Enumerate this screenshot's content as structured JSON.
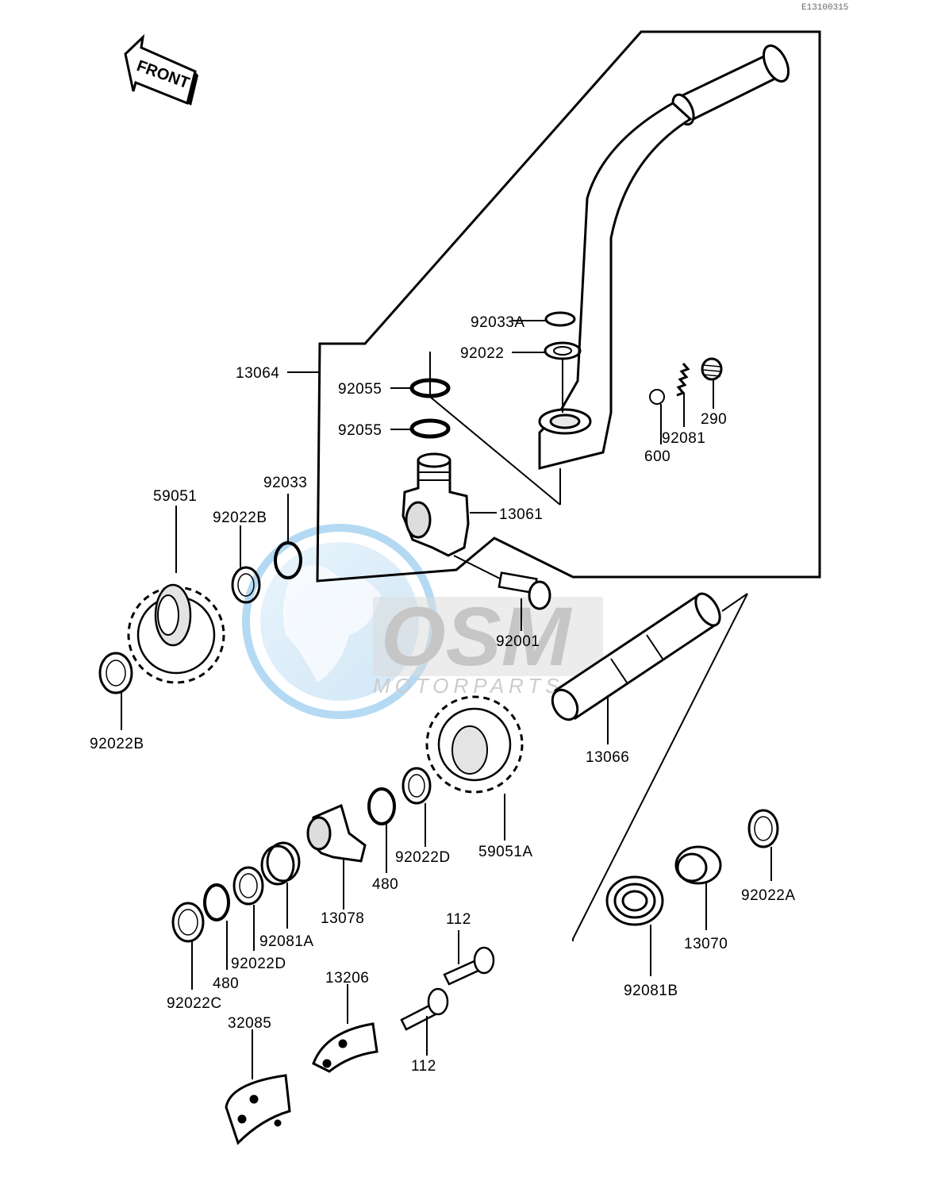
{
  "diagram_code": "E13100315",
  "front_label": "FRONT",
  "watermark": {
    "brand": "OSM",
    "subtitle": "MOTORPARTS"
  },
  "callouts": {
    "p92033A": "92033A",
    "p92022": "92022",
    "p13064": "13064",
    "p92055_top": "92055",
    "p92055_bot": "92055",
    "p290": "290",
    "p92081": "92081",
    "p600": "600",
    "p92033": "92033",
    "p59051": "59051",
    "p92022B_top": "92022B",
    "p13061": "13061",
    "p92001": "92001",
    "p92022B_left": "92022B",
    "p13066": "13066",
    "p59051A": "59051A",
    "p92022D_right": "92022D",
    "p480_right": "480",
    "p13078": "13078",
    "p92081A": "92081A",
    "p92022D_left": "92022D",
    "p480_left": "480",
    "p92022C": "92022C",
    "p112_top": "112",
    "p112_bot": "112",
    "p13206": "13206",
    "p32085": "32085",
    "p92022A": "92022A",
    "p13070": "13070",
    "p92081B": "92081B"
  }
}
